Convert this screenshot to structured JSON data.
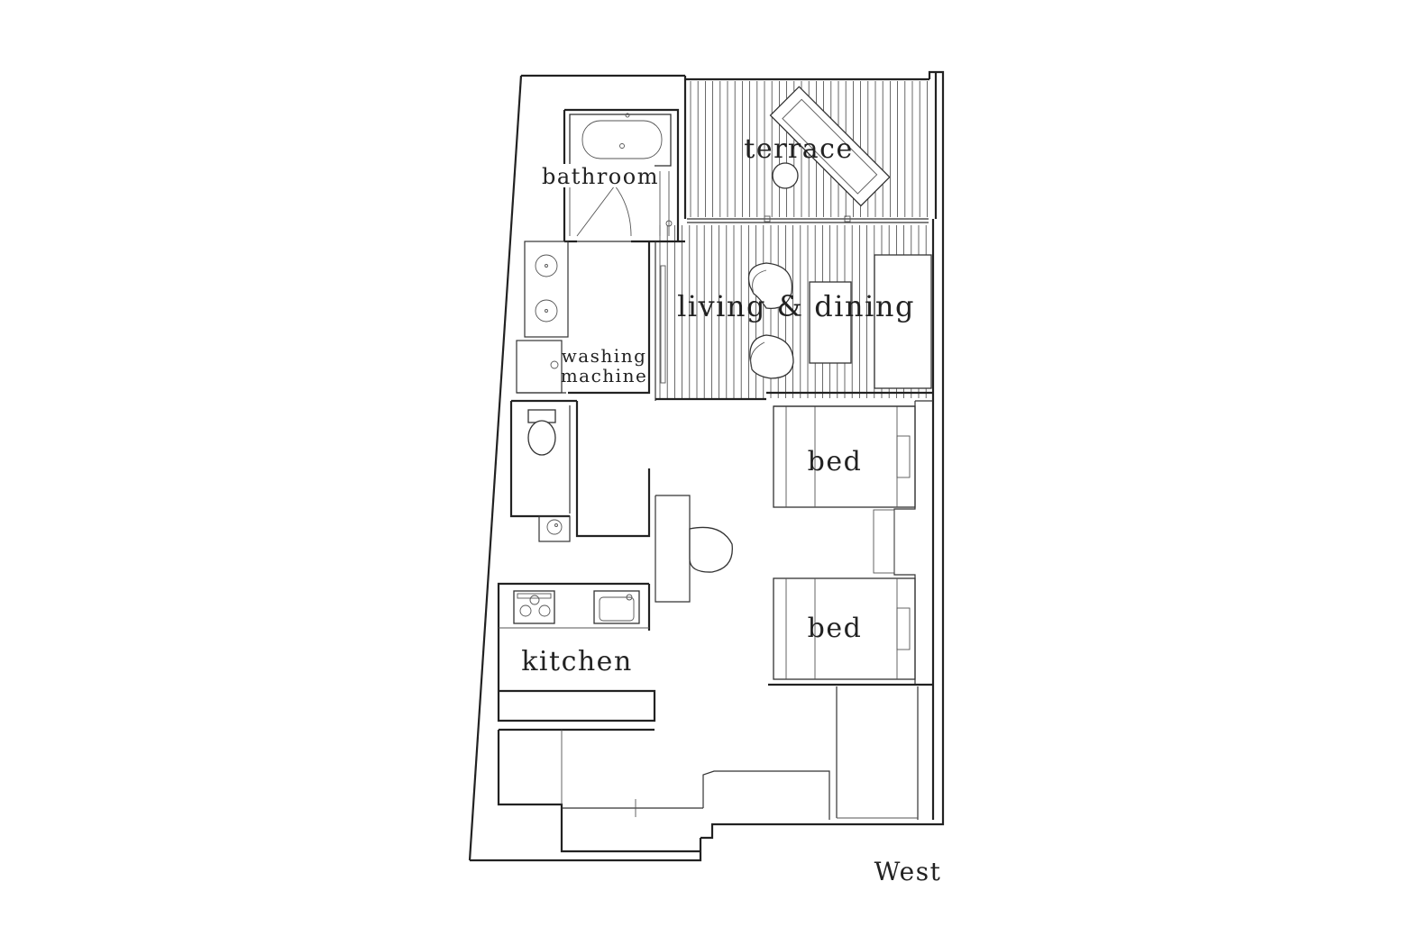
{
  "rooms": {
    "terrace": "terrace",
    "bathroom": "bathroom",
    "living_dining": "living & dining",
    "washing_machine_line1": "washing",
    "washing_machine_line2": "machine",
    "bed_1": "bed",
    "bed_2": "bed",
    "kitchen": "kitchen"
  },
  "orientation": "West",
  "colors": {
    "line": "#222222",
    "background": "#ffffff"
  }
}
